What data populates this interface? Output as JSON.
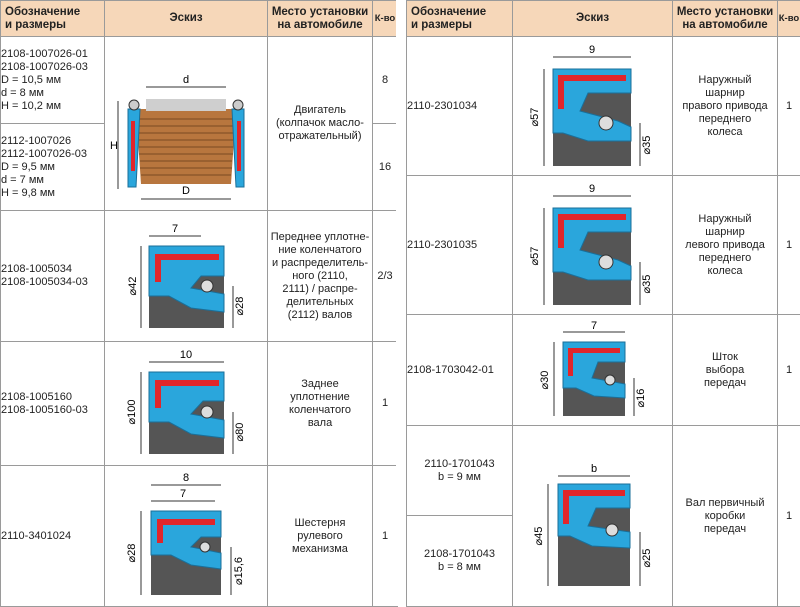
{
  "headers": {
    "designation": "Обозначение\nи размеры",
    "sketch": "Эскиз",
    "place": "Место установки\nна автомобиле",
    "qty": "К-во"
  },
  "left": {
    "r1a": {
      "codes": [
        "2108-1007026-01",
        "2108-1007026-03"
      ],
      "dims": [
        "D = 10,5 мм",
        "d = 8 мм",
        "H = 10,2 мм"
      ],
      "qty": "8"
    },
    "r1b": {
      "codes": [
        "2112-1007026",
        "2112-1007026-03"
      ],
      "dims": [
        "D = 9,5 мм",
        "d = 7 мм",
        "H = 9,8 мм"
      ],
      "qty": "16"
    },
    "r1_place": "Двигатель\n(колпачок масло-\nотражательный)",
    "r1_labels": {
      "d": "d",
      "D": "D",
      "H": "H"
    },
    "r2": {
      "codes": [
        "2108-1005034",
        "2108-1005034-03"
      ],
      "place": "Переднее уплотне-\nние коленчатого\nи распределитель-\nного (2110,\n2111) / распре-\nделительных\n(2112) валов",
      "qty": "2/3",
      "w": "7",
      "od": "⌀42",
      "id": "⌀28"
    },
    "r3": {
      "codes": [
        "2108-1005160",
        "2108-1005160-03"
      ],
      "place": "Заднее\nуплотнение\nколенчатого\nвала",
      "qty": "1",
      "w": "10",
      "od": "⌀100",
      "id": "⌀80"
    },
    "r4": {
      "codes": [
        "2110-3401024"
      ],
      "place": "Шестерня\nрулевого\nмеханизма",
      "qty": "1",
      "w1": "8",
      "w2": "7",
      "od": "⌀28",
      "id": "⌀15,6"
    }
  },
  "right": {
    "r1": {
      "codes": [
        "2110-2301034"
      ],
      "place": "Наружный\nшарнир\nправого привода\nпереднего\nколеса",
      "qty": "1",
      "w": "9",
      "od": "⌀57",
      "id": "⌀35"
    },
    "r2": {
      "codes": [
        "2110-2301035"
      ],
      "place": "Наружный\nшарнир\nлевого привода\nпереднего\nколеса",
      "qty": "1",
      "w": "9",
      "od": "⌀57",
      "id": "⌀35"
    },
    "r3": {
      "codes": [
        "2108-1703042-01"
      ],
      "place": "Шток\nвыбора\nпередач",
      "qty": "1",
      "w": "7",
      "od": "⌀30",
      "id": "⌀16"
    },
    "r4a": {
      "codes": [
        "2110-1701043"
      ],
      "dims": [
        "b = 9 мм"
      ]
    },
    "r4b": {
      "codes": [
        "2108-1701043"
      ],
      "dims": [
        "b = 8 мм"
      ]
    },
    "r4_place": "Вал первичный\nкоробки\nпередач",
    "r4_qty": "1",
    "r4_w": "b",
    "r4_od": "⌀45",
    "r4_id": "⌀25"
  },
  "colors": {
    "header": "#f6d7b9",
    "seal_blue": "#2aa6dc",
    "seal_red": "#e0262b",
    "metal": "#555555",
    "cap_brown": "#b8763e"
  }
}
